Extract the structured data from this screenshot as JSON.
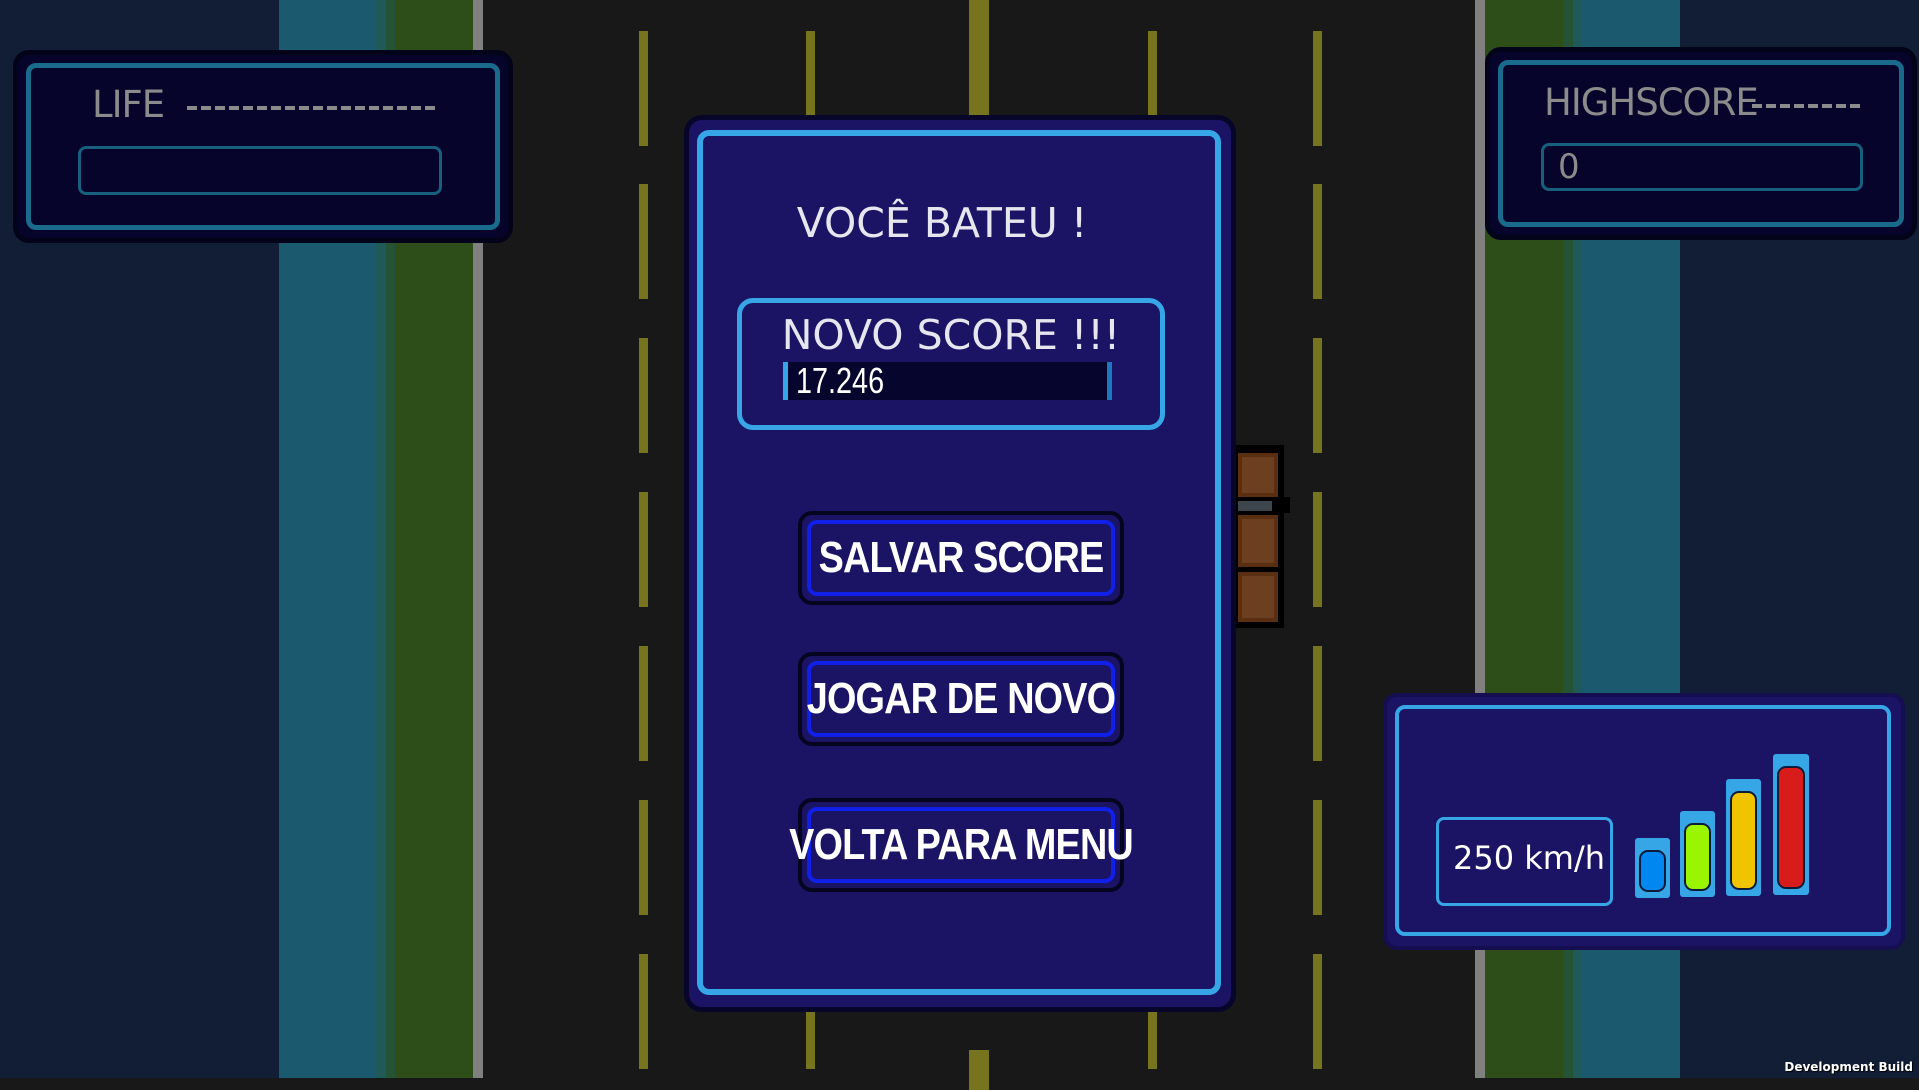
{
  "scene": {
    "colors": {
      "outer": "#111e35",
      "water": "#1b5a6e",
      "grass": "#2d4d19",
      "curb": "#808080",
      "road": "#181818",
      "lane_mark": "#76741e",
      "panel": "#1b1364",
      "panel_border": "#36a6e6",
      "button_border": "#1020e8"
    }
  },
  "hud": {
    "life": {
      "label": "LIFE",
      "value": ""
    },
    "highscore": {
      "label": "HIGHSCORE",
      "value": "0"
    }
  },
  "game_over": {
    "title": "VOCÊ BATEU !",
    "new_score_label": "NOVO SCORE !!!",
    "score_value": "17.246",
    "buttons": {
      "save": "SALVAR SCORE",
      "play_again": "JOGAR DE NOVO",
      "back_to_menu": "VOLTA PARA MENU"
    }
  },
  "speedometer": {
    "value": "250 km/h",
    "bars": [
      {
        "color": "#0088f0",
        "level": 1
      },
      {
        "color": "#9af500",
        "level": 2
      },
      {
        "color": "#f0c400",
        "level": 3
      },
      {
        "color": "#d81c1c",
        "level": 4
      }
    ]
  },
  "footer": {
    "build_label": "Development Build"
  }
}
